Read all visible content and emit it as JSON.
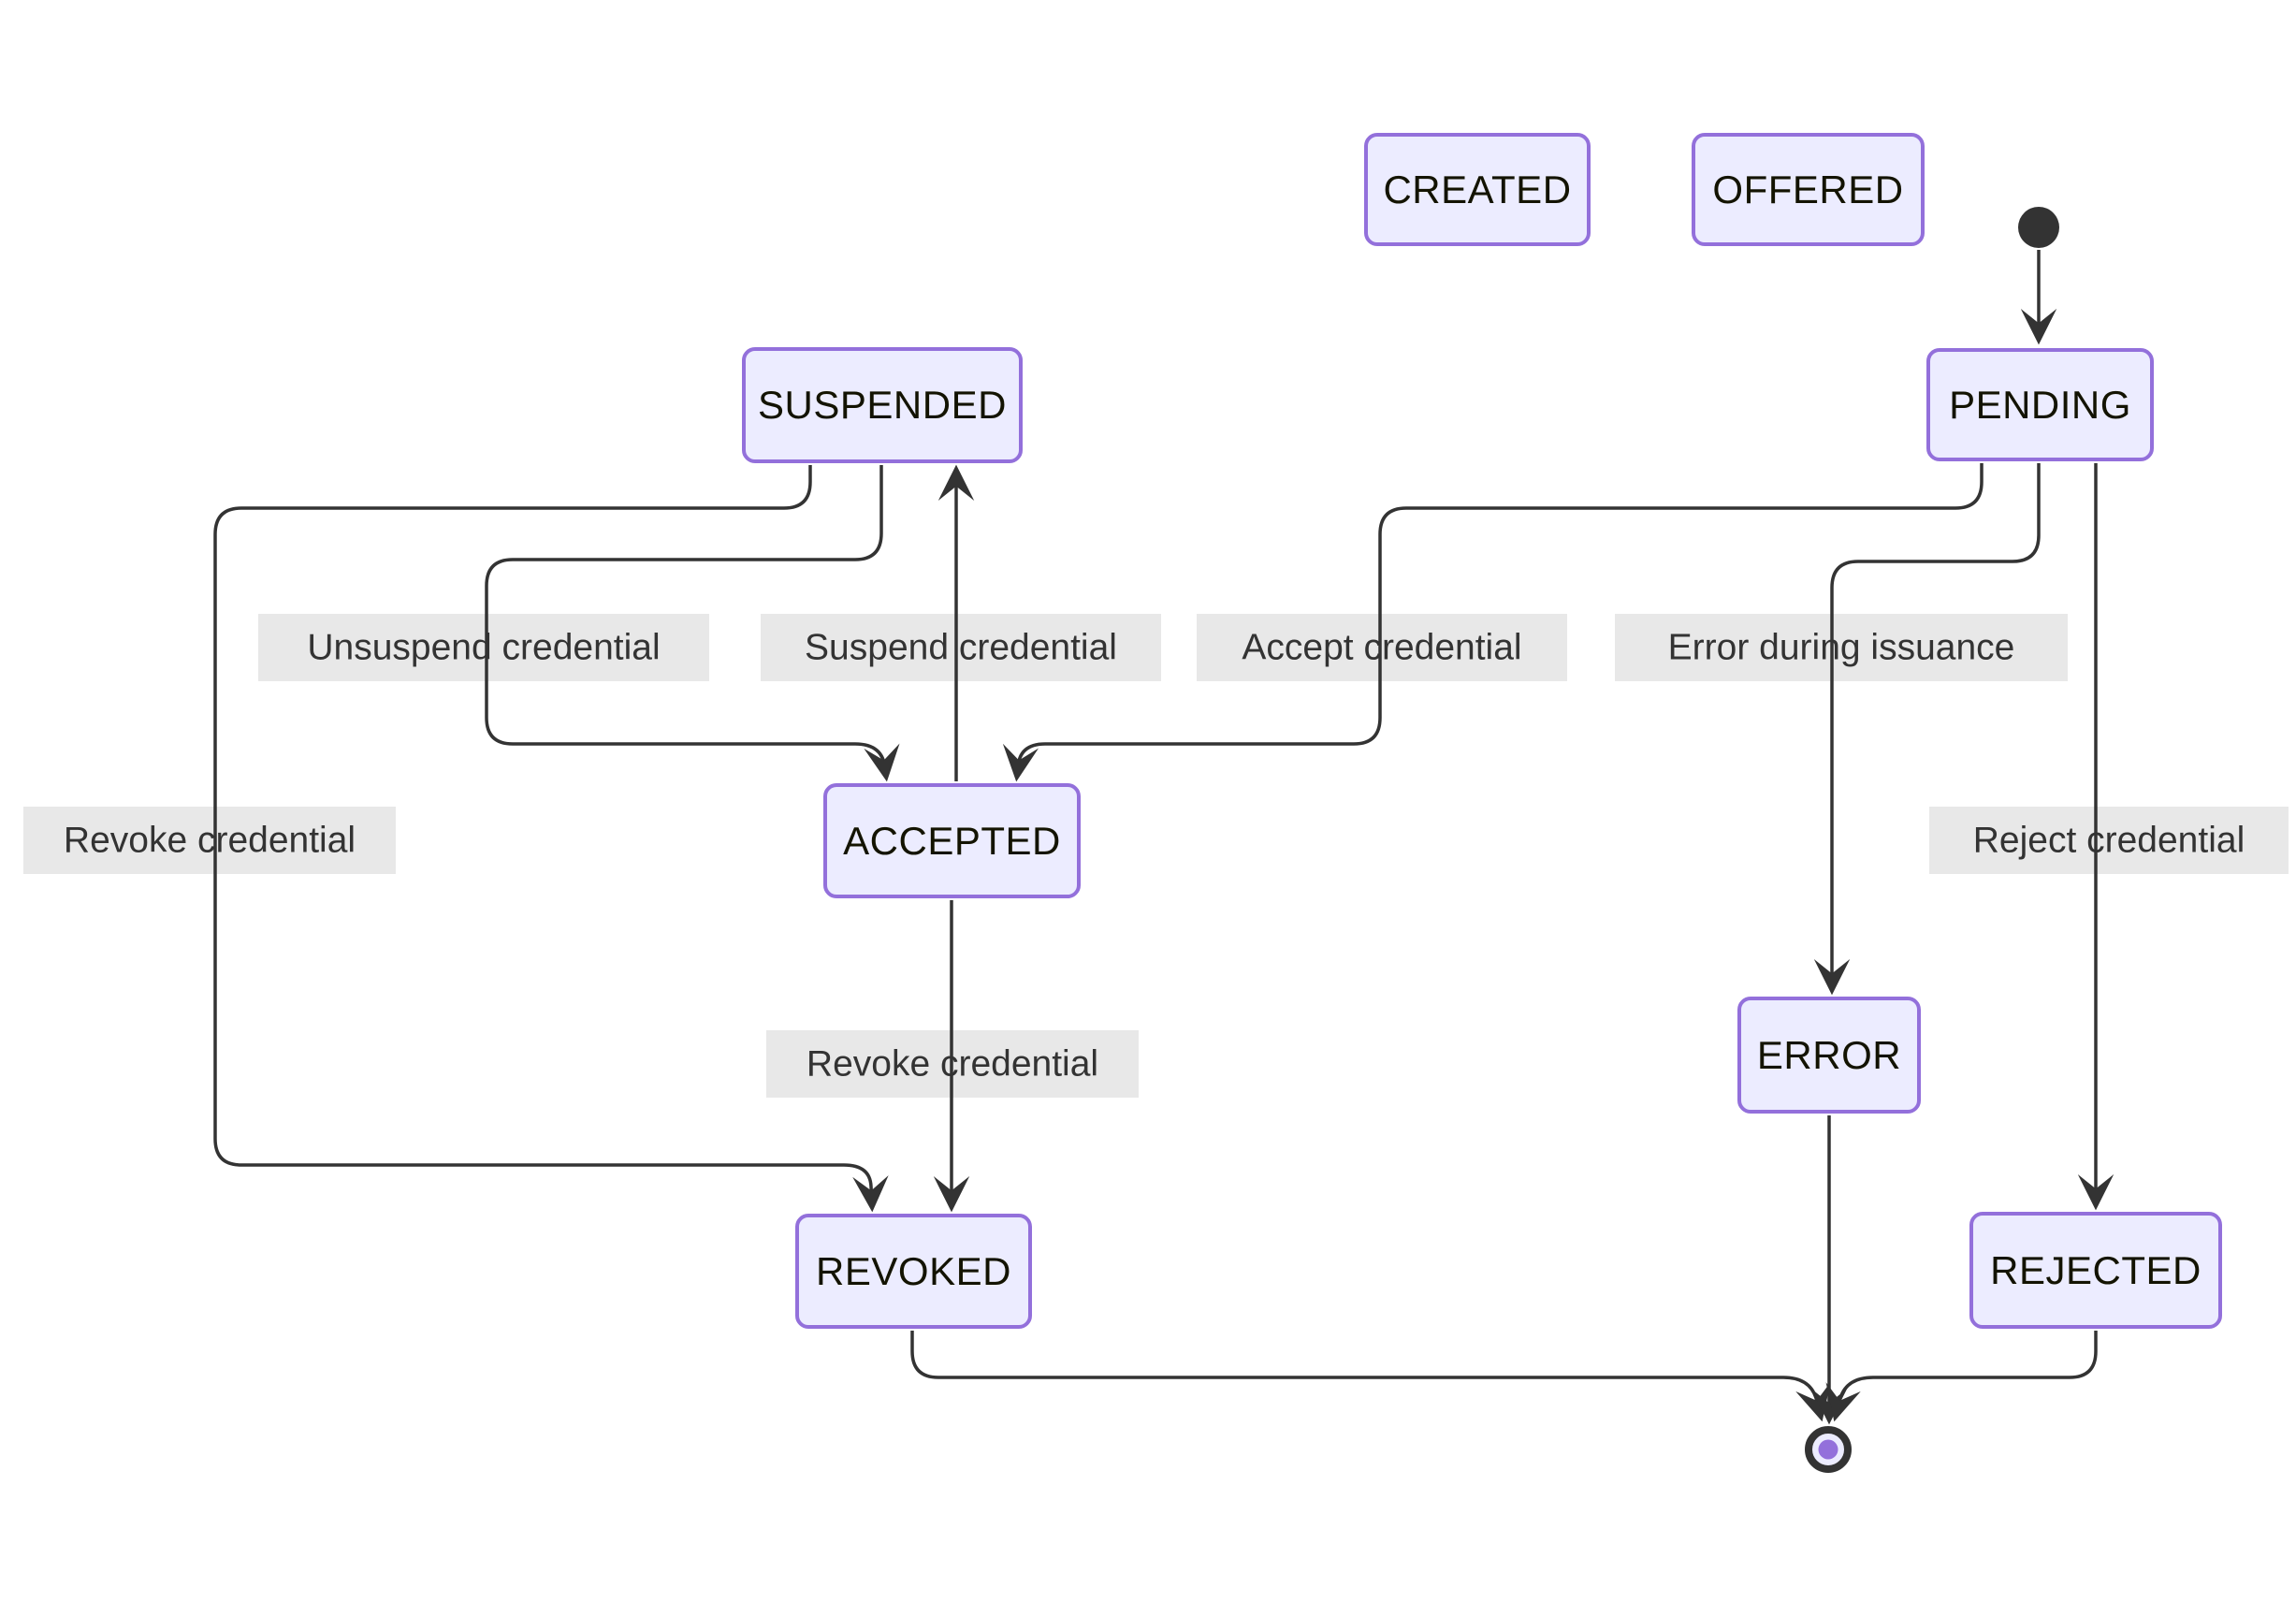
{
  "diagram": {
    "type": "state-diagram",
    "states": {
      "created": "CREATED",
      "offered": "OFFERED",
      "pending": "PENDING",
      "suspended": "SUSPENDED",
      "accepted": "ACCEPTED",
      "error": "ERROR",
      "revoked": "REVOKED",
      "rejected": "REJECTED"
    },
    "edge_labels": {
      "unsuspend": "Unsuspend credential",
      "suspend": "Suspend credential",
      "accept": "Accept credential",
      "error_issuance": "Error during issuance",
      "revoke_from_suspended": "Revoke credential",
      "revoke_from_accepted": "Revoke credential",
      "reject": "Reject credential"
    },
    "transitions": [
      {
        "from": "[initial]",
        "to": "PENDING",
        "label": ""
      },
      {
        "from": "PENDING",
        "to": "ACCEPTED",
        "label": "Accept credential"
      },
      {
        "from": "PENDING",
        "to": "ERROR",
        "label": "Error during issuance"
      },
      {
        "from": "PENDING",
        "to": "REJECTED",
        "label": "Reject credential"
      },
      {
        "from": "SUSPENDED",
        "to": "ACCEPTED",
        "label": "Unsuspend credential"
      },
      {
        "from": "ACCEPTED",
        "to": "SUSPENDED",
        "label": "Suspend credential"
      },
      {
        "from": "SUSPENDED",
        "to": "REVOKED",
        "label": "Revoke credential"
      },
      {
        "from": "ACCEPTED",
        "to": "REVOKED",
        "label": "Revoke credential"
      },
      {
        "from": "REVOKED",
        "to": "[final]",
        "label": ""
      },
      {
        "from": "ERROR",
        "to": "[final]",
        "label": ""
      },
      {
        "from": "REJECTED",
        "to": "[final]",
        "label": ""
      }
    ],
    "colors": {
      "node_fill": "#ECECFF",
      "node_border": "#9370DB",
      "edge": "#333333",
      "edge_label_bg": "#e8e8e8",
      "edge_label_text": "#333333",
      "state_text": "#131300",
      "initial_dot": "#333333",
      "final_inner_dot": "#9370DB"
    }
  }
}
